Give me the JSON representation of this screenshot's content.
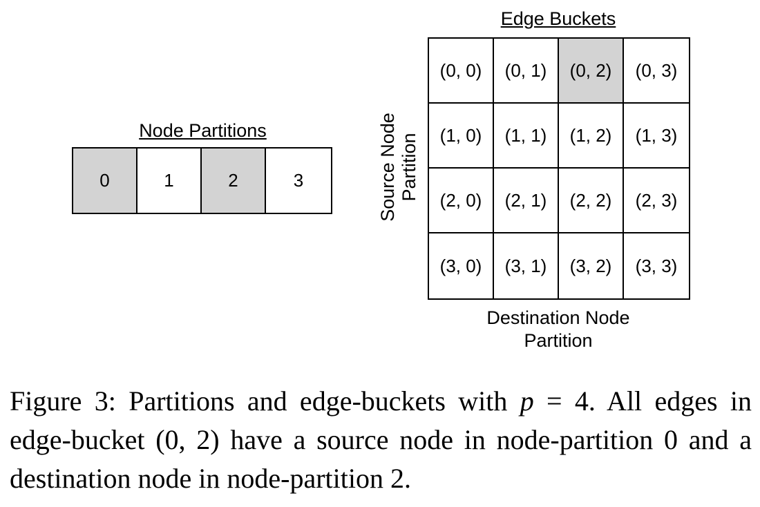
{
  "node_partitions": {
    "title": "Node Partitions",
    "cells": [
      {
        "label": "0",
        "highlighted": true
      },
      {
        "label": "1",
        "highlighted": false
      },
      {
        "label": "2",
        "highlighted": true
      },
      {
        "label": "3",
        "highlighted": false
      }
    ]
  },
  "edge_buckets": {
    "title": "Edge Buckets",
    "source_axis_label": [
      "Source Node",
      "Partition"
    ],
    "destination_axis_label": [
      "Destination Node",
      "Partition"
    ],
    "rows": [
      [
        "(0, 0)",
        "(0, 1)",
        "(0, 2)",
        "(0, 3)"
      ],
      [
        "(1, 0)",
        "(1, 1)",
        "(1, 2)",
        "(1, 3)"
      ],
      [
        "(2, 0)",
        "(2, 1)",
        "(2, 2)",
        "(2, 3)"
      ],
      [
        "(3, 0)",
        "(3, 1)",
        "(3, 2)",
        "(3, 3)"
      ]
    ],
    "highlighted_cell": "(0, 2)"
  },
  "colors": {
    "highlight": "#d3d3d3",
    "border": "#000000",
    "background": "#ffffff"
  },
  "caption": {
    "prefix": "Figure 3: Partitions and edge-buckets with ",
    "math_var": "p",
    "math_rest": " = 4.",
    "suffix": " All edges in edge-bucket (0, 2) have a source node in node-partition 0 and a destination node in node-partition 2."
  }
}
